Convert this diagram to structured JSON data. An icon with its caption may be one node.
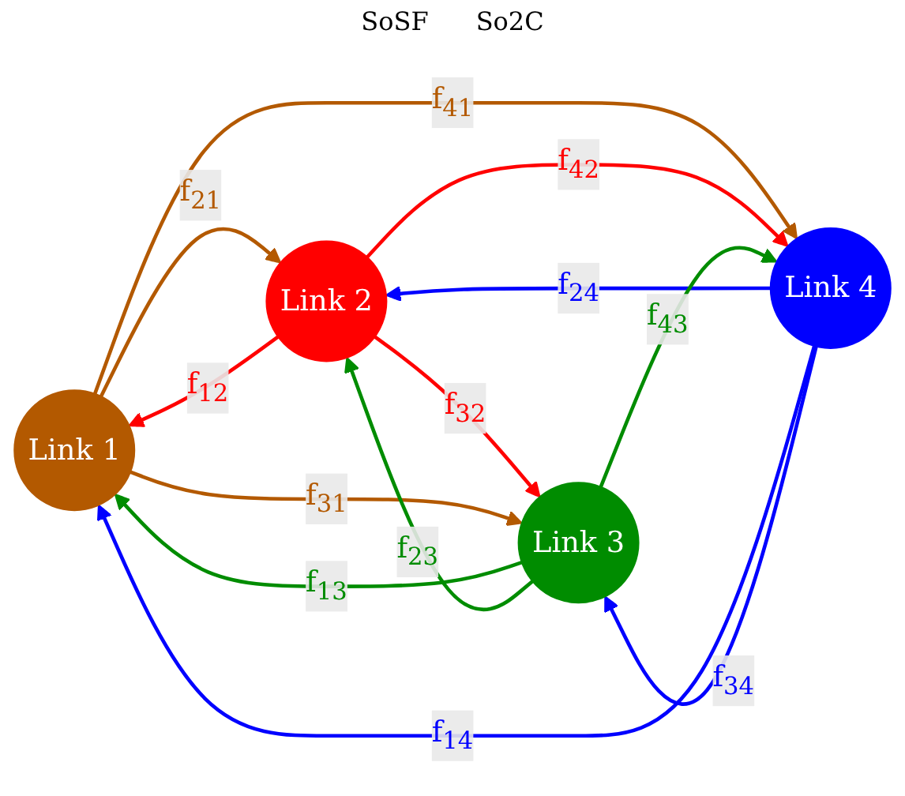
{
  "diagram": {
    "nodes": [
      {
        "text": [
          "Link 1"
        ]
      },
      {
        "text": [
          "Link 2"
        ]
      },
      {
        "text": [
          "Link 3"
        ]
      },
      {
        "text": [
          "Link 4"
        ]
      }
    ],
    "edges": [
      {
        "from": 0,
        "to": 1,
        "arrow": "to",
        "label": "f$_{21}$",
        "color": "#b35900"
      },
      {
        "from": 1,
        "to": 0,
        "arrow": "to",
        "label": "f$_{12}$",
        "color": "#ff0000"
      },
      {
        "from": 0,
        "to": 3,
        "arrow": "to",
        "label": "f$_{41}$",
        "color": "#b35900"
      },
      {
        "from": 1,
        "to": 2,
        "arrow": "to",
        "label": "f$_{32}$",
        "color": "#ff0000"
      },
      {
        "from": 2,
        "to": 0,
        "arrow": "to",
        "label": "f$_{13}$",
        "color": "#008c00"
      },
      {
        "from": 0,
        "to": 2,
        "arrow": "to",
        "label": "f$_{31}$",
        "color": "#b35900"
      },
      {
        "from": 3,
        "to": 1,
        "arrow": "to",
        "label": "f$_{24}$",
        "color": "#0000ff"
      },
      {
        "from": 1,
        "to": 3,
        "arrow": "to",
        "label": "f$_{42}$",
        "color": "#ff0000"
      },
      {
        "from": 2,
        "to": 1,
        "arrow": "to",
        "label": "f$_{23}$",
        "color": "#008c00"
      },
      {
        "from": 3,
        "to": 0,
        "arrow": "to",
        "label": "f$_{14}$",
        "color": "#0000ff"
      },
      {
        "from": 2,
        "to": 3,
        "arrow": "to",
        "label": "f$_{43}$",
        "color": "#008c00"
      },
      {
        "from": 3,
        "to": 2,
        "arrow": "to",
        "label": "f$_{34}$",
        "color": "#0000ff"
      }
    ],
    "labels": [
      "SoSF",
      "So2C"
    ]
  }
}
